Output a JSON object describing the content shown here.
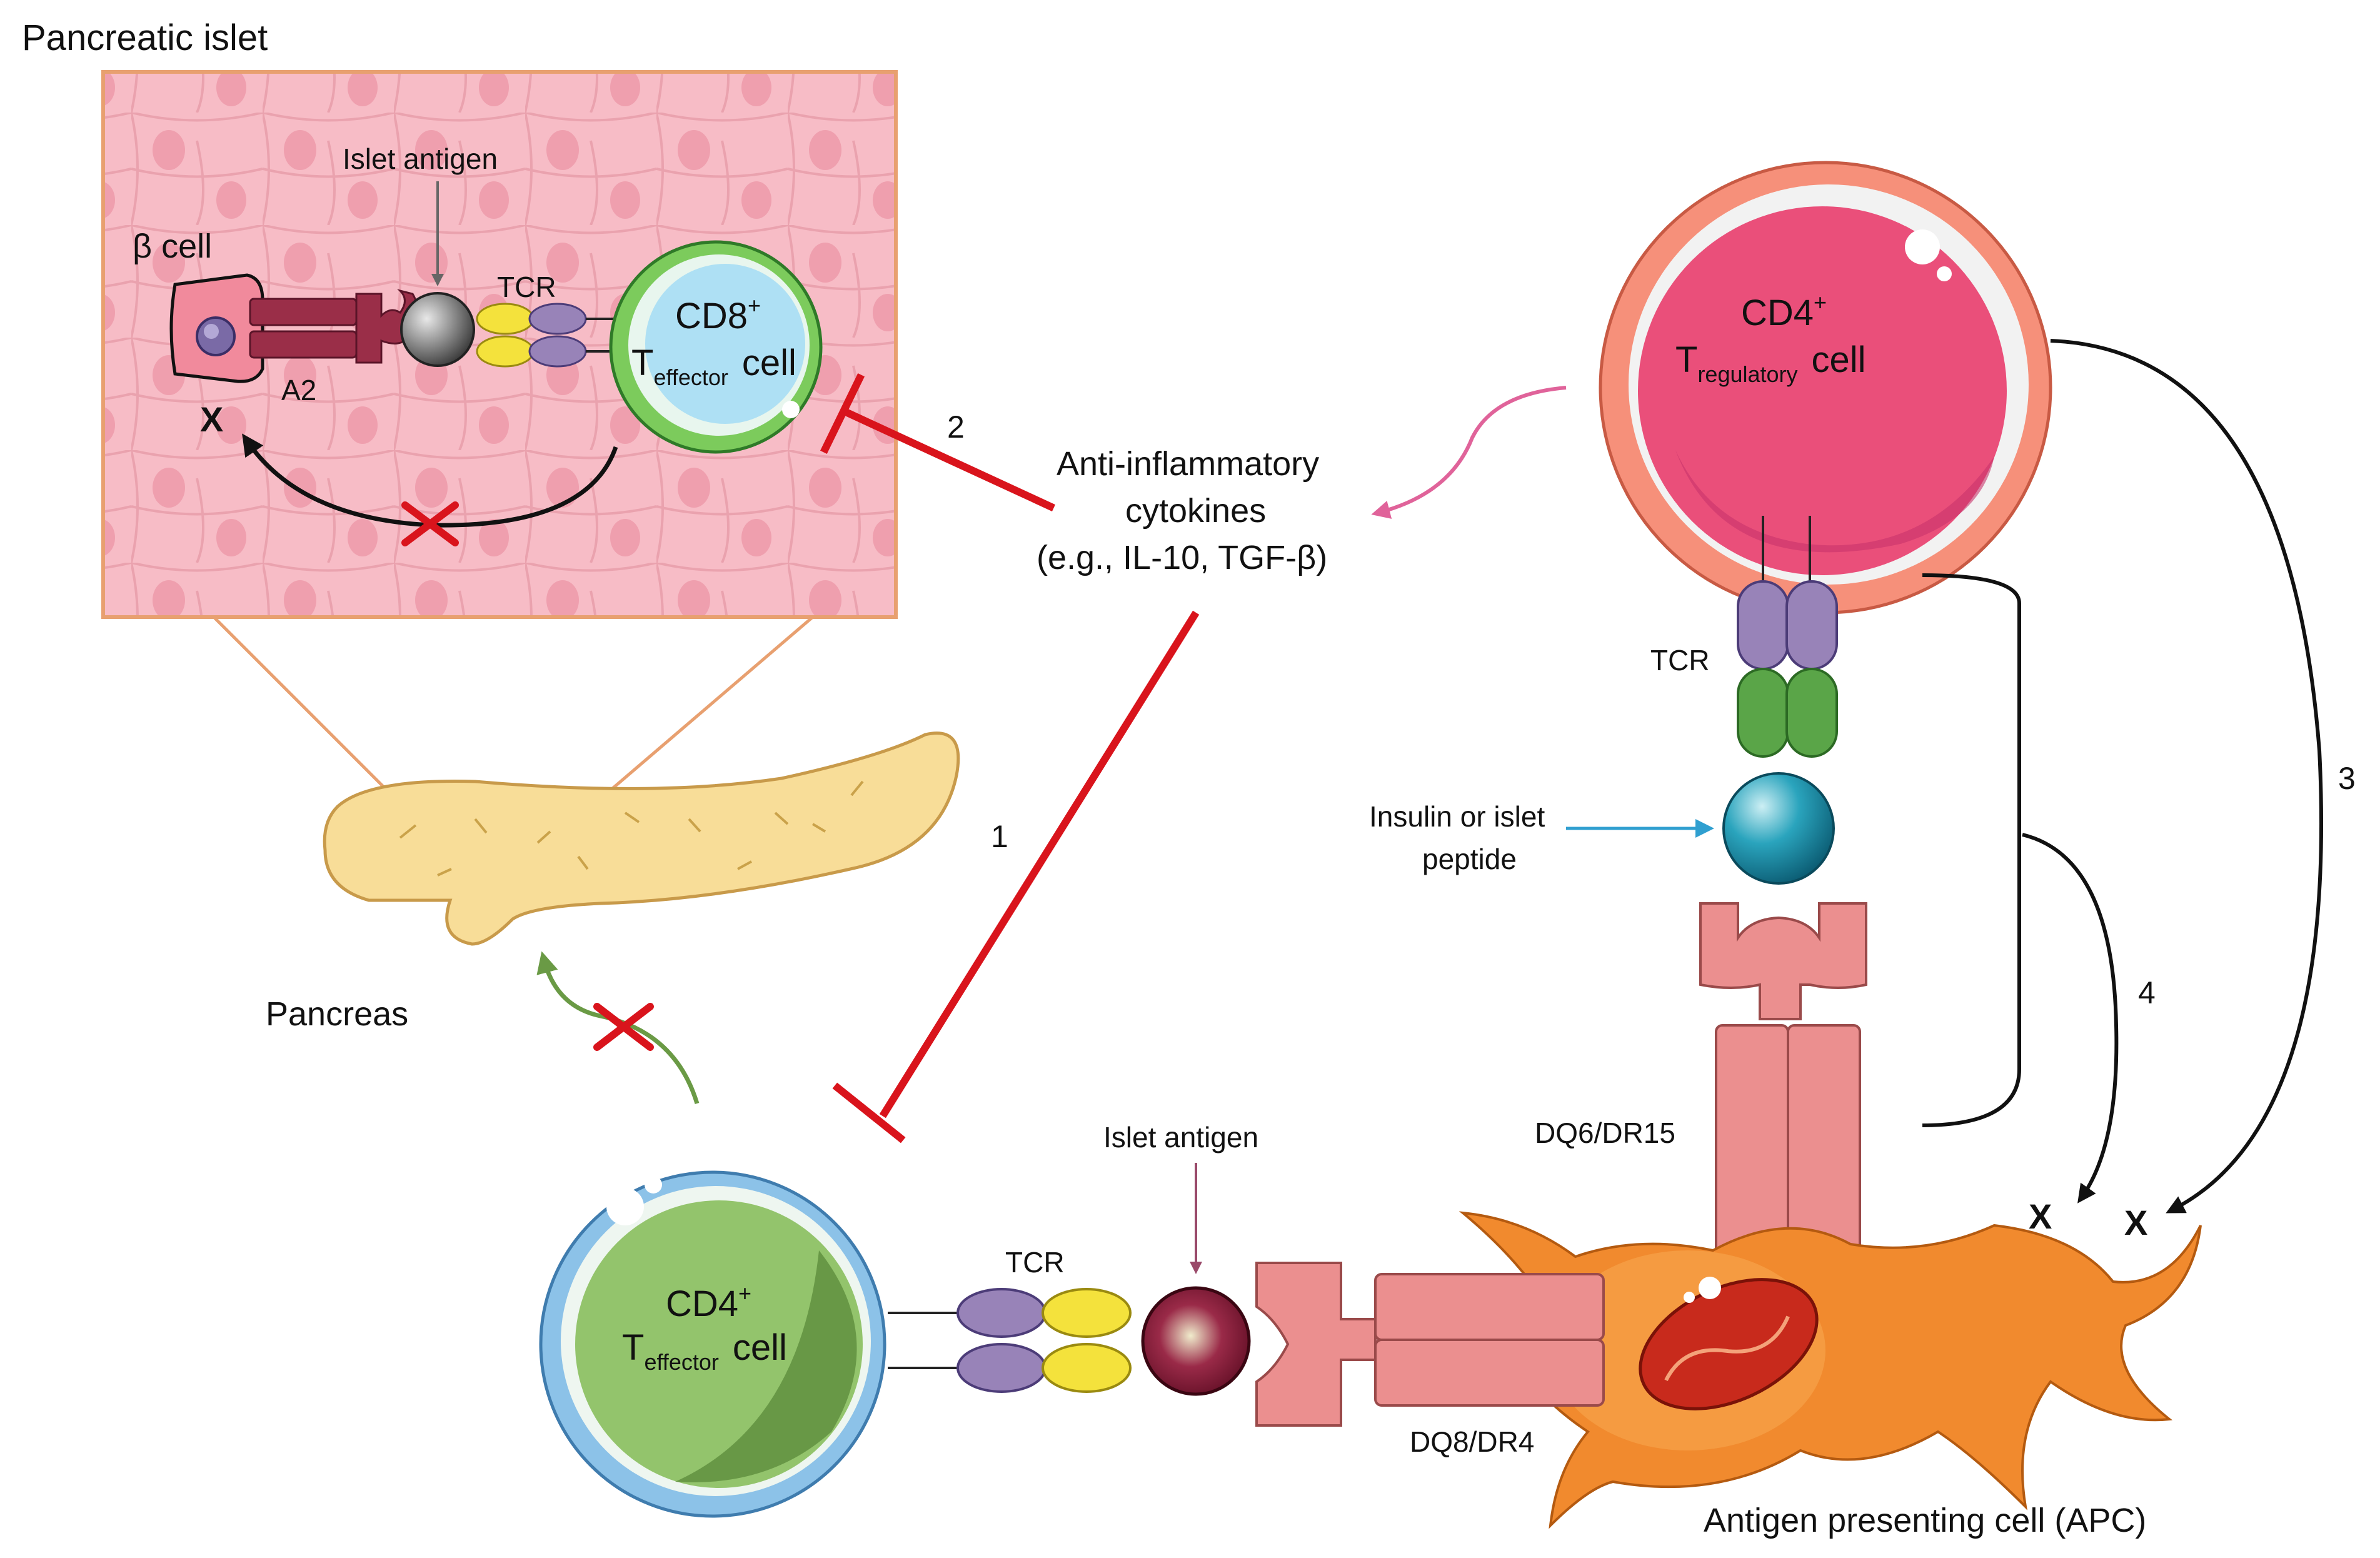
{
  "labels": {
    "pancreatic_islet": "Pancreatic islet",
    "islet_antigen_top": "Islet antigen",
    "beta_cell": "β cell",
    "a2": "A2",
    "tcr_top": "TCR",
    "cd8": "CD8",
    "cd8_sup": "+",
    "t_letter_effector_top": "T",
    "effector_sub_top": "effector",
    "cell_word_top": "cell",
    "x_beta": "X",
    "pancreas": "Pancreas",
    "anti_inflammatory_1": "Anti-inflammatory",
    "anti_inflammatory_2": "cytokines",
    "anti_inflammatory_3": "(e.g., IL-10, TGF-β)",
    "num_1": "1",
    "num_2": "2",
    "num_3": "3",
    "num_4": "4",
    "cd4_treg": "CD4",
    "cd4_treg_sup": "+",
    "t_letter_reg": "T",
    "regulatory_sub": "regulatory",
    "cell_word_reg": "cell",
    "tcr_treg": "TCR",
    "insulin_1": "Insulin or islet",
    "insulin_2": "peptide",
    "dq6": "DQ6/DR15",
    "x_4": "X",
    "x_3": "X",
    "islet_antigen_bottom": "Islet antigen",
    "tcr_bottom": "TCR",
    "cd4_teff": "CD4",
    "cd4_teff_sup": "+",
    "t_letter_eff_bottom": "T",
    "effector_sub_bottom": "effector",
    "cell_word_bottom": "cell",
    "dq8": "DQ8/DR4",
    "apc": "Antigen presenting cell (APC)"
  },
  "icons": [
    "cross-mark-icon",
    "inhibition-bar-icon",
    "arrow-icon"
  ],
  "colors": {
    "islet_bg": "#f7bcc6",
    "islet_border": "#e8a070",
    "inhibit_red": "#d9141c",
    "pancreas_fill": "#f8dd98",
    "treg_outer": "#f6907a",
    "treg_inner": "#ea4f7a",
    "teff_outer": "#8cc2e8",
    "teff_inner": "#93c46c",
    "cd8_outer": "#7ccb5c",
    "cd8_inner": "#aee0f4",
    "apc_fill": "#f18a2e",
    "mhc_fill": "#eb8f8f",
    "peptide_teal": "#1d8ea8",
    "antigen_maroon": "#8a1a38",
    "tcr_purple": "#9883b8",
    "tcr_yellow": "#f4e23c",
    "tcr_green": "#5aa548",
    "pink_arrow": "#e0639a",
    "blue_arrow": "#2f9fd0",
    "green_arrow": "#6a9a45"
  }
}
